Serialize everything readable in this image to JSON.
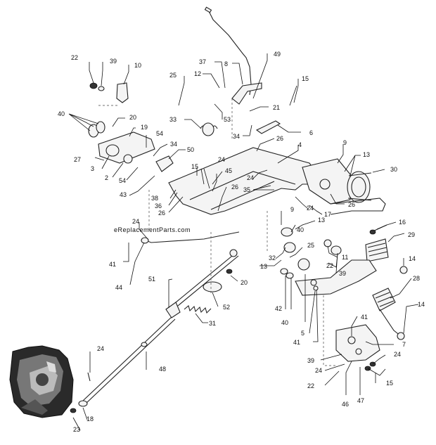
{
  "watermark": "eReplacementParts.com",
  "callouts": [
    {
      "id": "c1",
      "text": "22"
    },
    {
      "id": "c2",
      "text": "39"
    },
    {
      "id": "c3",
      "text": "10"
    },
    {
      "id": "c4",
      "text": "25"
    },
    {
      "id": "c5",
      "text": "12"
    },
    {
      "id": "c6",
      "text": "37"
    },
    {
      "id": "c7",
      "text": "8"
    },
    {
      "id": "c8",
      "text": "49"
    },
    {
      "id": "c9",
      "text": "15"
    },
    {
      "id": "c10",
      "text": "21"
    },
    {
      "id": "c11",
      "text": "53"
    },
    {
      "id": "c12",
      "text": "33"
    },
    {
      "id": "c13",
      "text": "34"
    },
    {
      "id": "c14",
      "text": "6"
    },
    {
      "id": "c15",
      "text": "40"
    },
    {
      "id": "c16",
      "text": "20"
    },
    {
      "id": "c17",
      "text": "19"
    },
    {
      "id": "c18",
      "text": "54"
    },
    {
      "id": "c19",
      "text": "27"
    },
    {
      "id": "c20",
      "text": "3"
    },
    {
      "id": "c21",
      "text": "34"
    },
    {
      "id": "c22",
      "text": "50"
    },
    {
      "id": "c23",
      "text": "26"
    },
    {
      "id": "c24",
      "text": "4"
    },
    {
      "id": "c25",
      "text": "9"
    },
    {
      "id": "c26",
      "text": "13"
    },
    {
      "id": "c27",
      "text": "2"
    },
    {
      "id": "c28",
      "text": "54"
    },
    {
      "id": "c29",
      "text": "24"
    },
    {
      "id": "c30",
      "text": "15"
    },
    {
      "id": "c31",
      "text": "45"
    },
    {
      "id": "c32",
      "text": "24"
    },
    {
      "id": "c33",
      "text": "30"
    },
    {
      "id": "c34",
      "text": "43"
    },
    {
      "id": "c35",
      "text": "35"
    },
    {
      "id": "c36",
      "text": "38"
    },
    {
      "id": "c37",
      "text": "26"
    },
    {
      "id": "c38",
      "text": "36"
    },
    {
      "id": "c39",
      "text": "26"
    },
    {
      "id": "c40",
      "text": "24"
    },
    {
      "id": "c41",
      "text": "26"
    },
    {
      "id": "c42",
      "text": "17"
    },
    {
      "id": "c43",
      "text": "9"
    },
    {
      "id": "c44",
      "text": "16"
    },
    {
      "id": "c45",
      "text": "24"
    },
    {
      "id": "c46",
      "text": "40"
    },
    {
      "id": "c47",
      "text": "13"
    },
    {
      "id": "c48",
      "text": "29"
    },
    {
      "id": "c49",
      "text": "41"
    },
    {
      "id": "c50",
      "text": "32"
    },
    {
      "id": "c51",
      "text": "25"
    },
    {
      "id": "c52",
      "text": "11"
    },
    {
      "id": "c53",
      "text": "13"
    },
    {
      "id": "c54",
      "text": "22"
    },
    {
      "id": "c55",
      "text": "39"
    },
    {
      "id": "c56",
      "text": "44"
    },
    {
      "id": "c57",
      "text": "14"
    },
    {
      "id": "c58",
      "text": "51"
    },
    {
      "id": "c59",
      "text": "20"
    },
    {
      "id": "c60",
      "text": "28"
    },
    {
      "id": "c61",
      "text": "42"
    },
    {
      "id": "c62",
      "text": "52"
    },
    {
      "id": "c63",
      "text": "40"
    },
    {
      "id": "c64",
      "text": "5"
    },
    {
      "id": "c65",
      "text": "14"
    },
    {
      "id": "c66",
      "text": "31"
    },
    {
      "id": "c67",
      "text": "41"
    },
    {
      "id": "c68",
      "text": "41"
    },
    {
      "id": "c69",
      "text": "7"
    },
    {
      "id": "c70",
      "text": "24"
    },
    {
      "id": "c71",
      "text": "48"
    },
    {
      "id": "c72",
      "text": "39"
    },
    {
      "id": "c73",
      "text": "24"
    },
    {
      "id": "c74",
      "text": "24"
    },
    {
      "id": "c75",
      "text": "22"
    },
    {
      "id": "c76",
      "text": "15"
    },
    {
      "id": "c77",
      "text": "18"
    },
    {
      "id": "c78",
      "text": "46"
    },
    {
      "id": "c79",
      "text": "47"
    },
    {
      "id": "c80",
      "text": "23"
    }
  ]
}
